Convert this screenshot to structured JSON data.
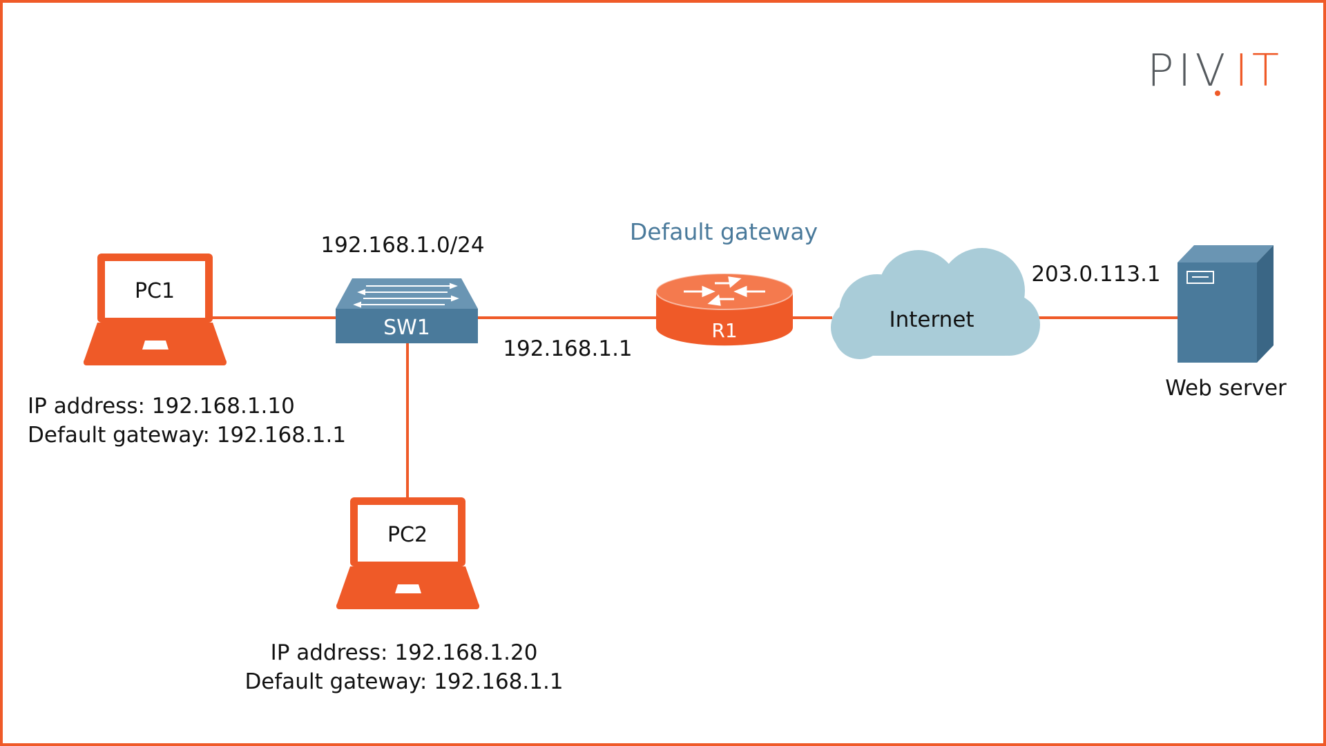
{
  "brand": {
    "logo_text_left": "PIV",
    "logo_text_right": "IT",
    "logo_color_gray": "#555a5e",
    "logo_color_orange": "#ef5a28"
  },
  "colors": {
    "border": "#ef5a28",
    "link": "#ef5a28",
    "laptop": "#ef5a28",
    "switch": "#4a7a9b",
    "router": "#ef5a28",
    "cloud": "#a9ccd8",
    "server": "#4a7a9b",
    "gateway_label": "#4a7a9b"
  },
  "nodes": {
    "pc1": {
      "label": "PC1",
      "ip_line": "IP address: 192.168.1.10",
      "gateway_line": "Default gateway: 192.168.1.1"
    },
    "pc2": {
      "label": "PC2",
      "ip_line": "IP address: 192.168.1.20",
      "gateway_line": "Default gateway: 192.168.1.1"
    },
    "sw1": {
      "label": "SW1",
      "subnet": "192.168.1.0/24"
    },
    "r1": {
      "label": "R1",
      "role": "Default gateway",
      "lan_ip": "192.168.1.1"
    },
    "internet": {
      "label": "Internet"
    },
    "web_server": {
      "label": "Web server",
      "ip": "203.0.113.1"
    }
  }
}
